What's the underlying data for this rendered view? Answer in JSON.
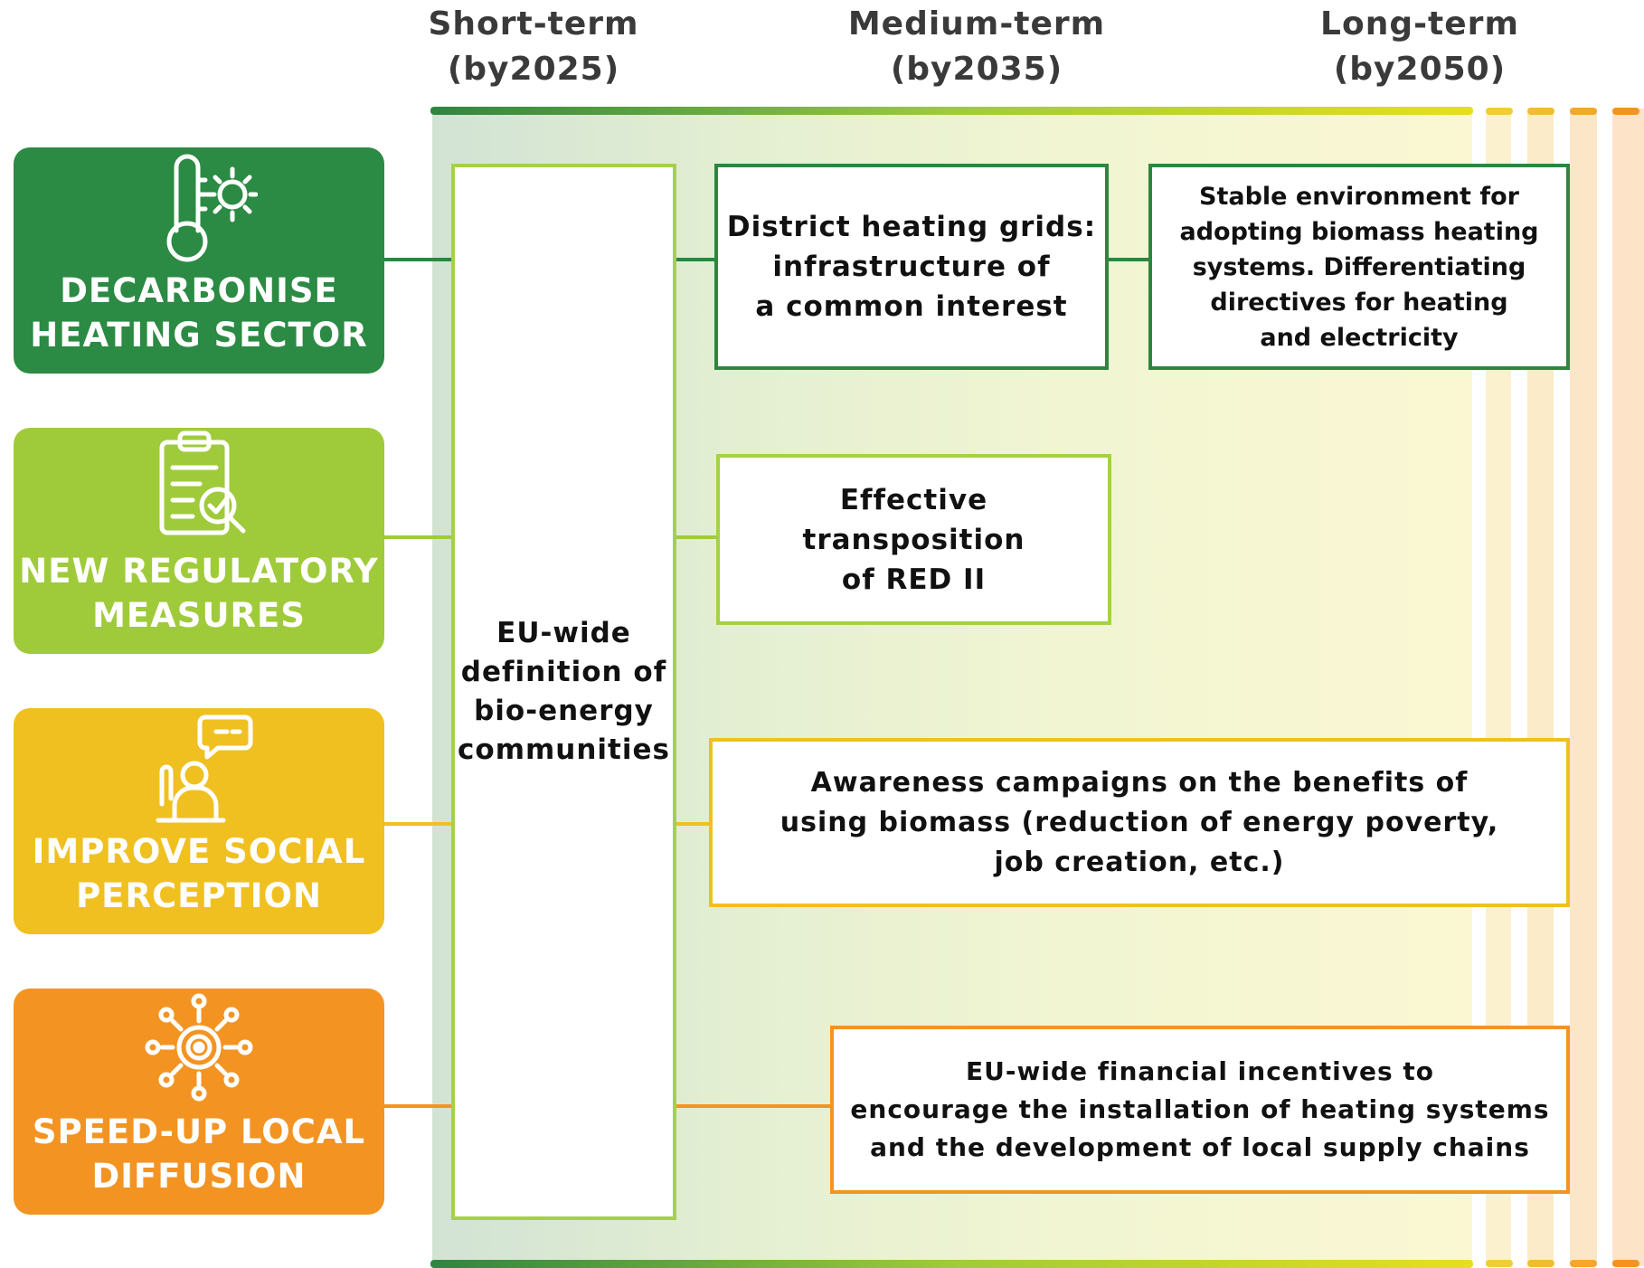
{
  "colors": {
    "dark_green": "#2e8540",
    "light_green": "#9fcb3b",
    "yellow": "#f0c020",
    "orange": "#f39422"
  },
  "timeline": {
    "short": "Short-term\n(by2025)",
    "medium": "Medium-term\n(by2035)",
    "long": "Long-term\n(by2050)"
  },
  "categories": [
    {
      "label": "DECARBONISE\nHEATING SECTOR",
      "icon": "thermometer-sun-icon"
    },
    {
      "label": "NEW REGULATORY\nMEASURES",
      "icon": "clipboard-check-icon"
    },
    {
      "label": "IMPROVE SOCIAL\nPERCEPTION",
      "icon": "speaker-chat-icon"
    },
    {
      "label": "SPEED-UP LOCAL\nDIFFUSION",
      "icon": "target-arrows-icon"
    }
  ],
  "short_term_box": "EU-wide\ndefinition of\nbio-energy\ncommunities",
  "boxes": {
    "district_heating": "District heating grids:\ninfrastructure of\na common interest",
    "stable_environment": "Stable environment for\nadopting biomass heating\nsystems. Differentiating\ndirectives for heating\nand electricity",
    "red_ii": "Effective\ntransposition\nof RED II",
    "awareness": "Awareness campaigns on the benefits of\nusing biomass (reduction of energy poverty,\njob creation, etc.)",
    "financial": "EU-wide financial incentives to\nencourage the installation of heating systems\nand the development of local supply chains"
  }
}
